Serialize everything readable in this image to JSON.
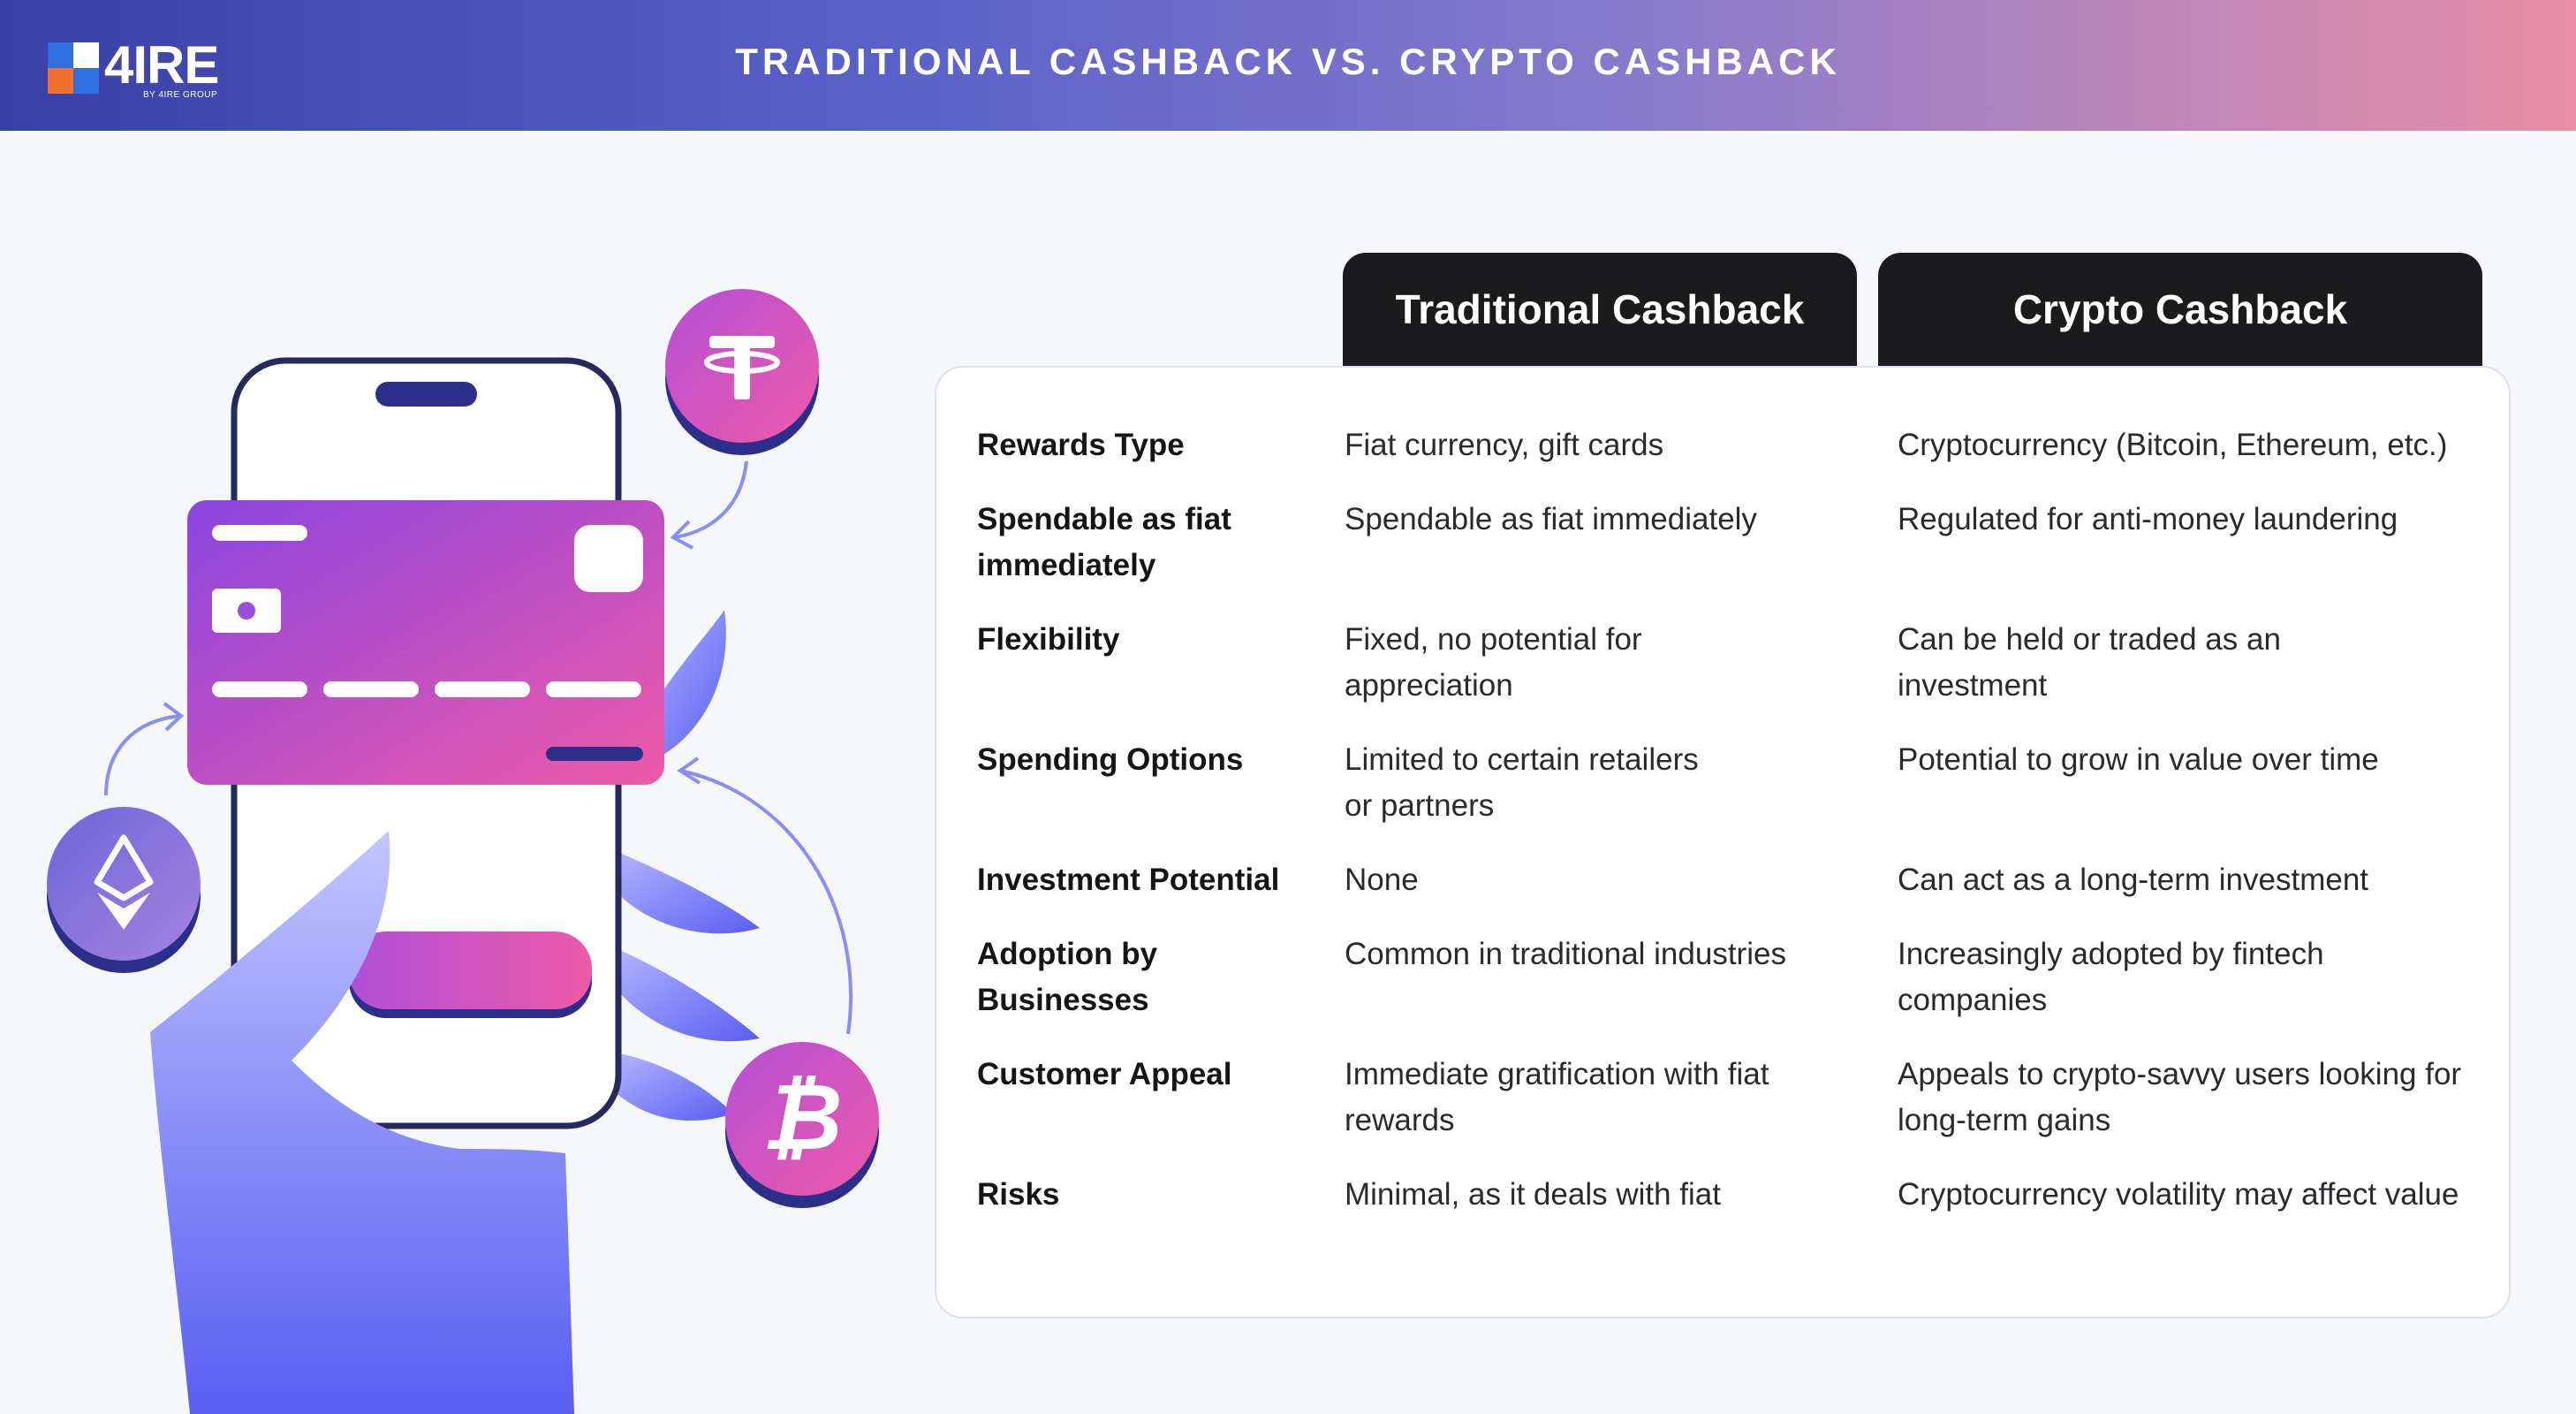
{
  "header": {
    "logo_text": "4IRE",
    "logo_subtext": "BY 4IRE GROUP",
    "title": "TRADITIONAL CASHBACK VS. CRYPTO CASHBACK"
  },
  "colors": {
    "header_start": "#3a40a6",
    "header_end": "#e98fa6",
    "column_header_bg": "#1b1b1d",
    "card_gradient_start": "#8b45e0",
    "card_gradient_end": "#ee5aa8",
    "coin_pink": "#d94fb0",
    "coin_purple": "#7b6cd8",
    "hand_blue": "#5a5ef2"
  },
  "icons": {
    "tether": "tether-coin-icon",
    "ethereum": "ethereum-coin-icon",
    "bitcoin": "bitcoin-coin-icon"
  },
  "table": {
    "columns": [
      "Traditional Cashback",
      "Crypto Cashback"
    ],
    "rows": [
      {
        "label": "Rewards Type",
        "traditional": "Fiat currency, gift cards",
        "crypto": "Cryptocurrency (Bitcoin, Ethereum, etc.)"
      },
      {
        "label": "Spendable as fiat immediately",
        "traditional": "Spendable as fiat immediately",
        "crypto": "Regulated for anti-money laundering"
      },
      {
        "label": "Flexibility",
        "traditional": "Fixed, no potential for appreciation",
        "crypto": "Can be held or traded as an investment"
      },
      {
        "label": "Spending Options",
        "traditional": "Limited to certain retailers or partners",
        "crypto": "Potential to grow in value over time"
      },
      {
        "label": "Investment Potential",
        "traditional": "None",
        "crypto": "Can act as a long-term investment"
      },
      {
        "label": "Adoption by Businesses",
        "traditional": "Common in traditional industries",
        "crypto": "Increasingly adopted by fintech companies"
      },
      {
        "label": "Customer Appeal",
        "traditional": "Immediate gratification with fiat rewards",
        "crypto": "Appeals to crypto-savvy users looking for long-term gains"
      },
      {
        "label": "Risks",
        "traditional": "Minimal, as it deals with fiat",
        "crypto": "Cryptocurrency volatility may affect value"
      }
    ]
  }
}
